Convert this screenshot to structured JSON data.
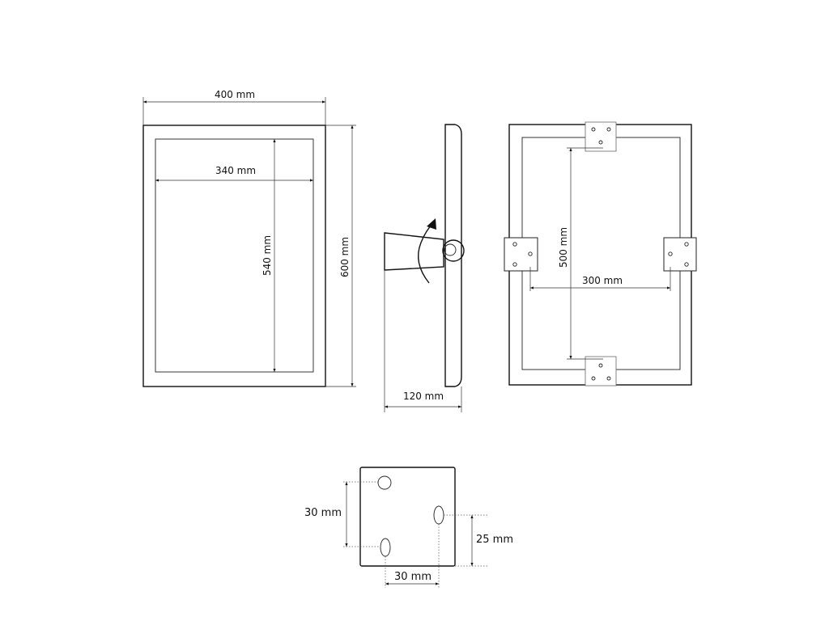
{
  "labels": {
    "front_width": "400 mm",
    "inner_width": "340 mm",
    "inner_height": "540 mm",
    "outer_height": "600 mm",
    "side_depth": "120 mm",
    "back_spacing_v": "500 mm",
    "back_spacing_h": "300 mm",
    "plate_vertical": "30 mm",
    "plate_offset": "25 mm",
    "plate_horizontal": "30 mm"
  },
  "icons": {
    "rotation": "rotation-arrow-icon"
  }
}
